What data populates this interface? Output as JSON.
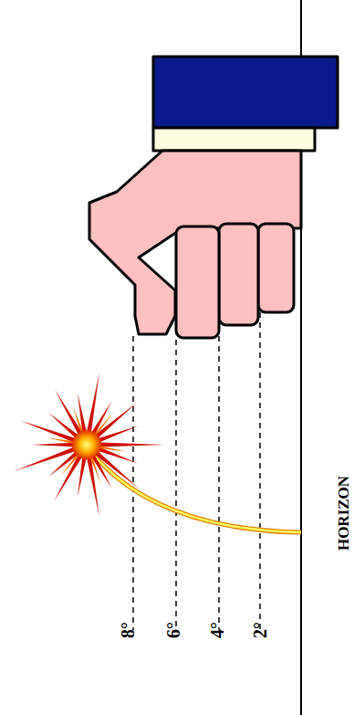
{
  "diagram": {
    "labels": [
      "8°",
      "6°",
      "4°",
      "2°",
      "HORIZON"
    ]
  }
}
